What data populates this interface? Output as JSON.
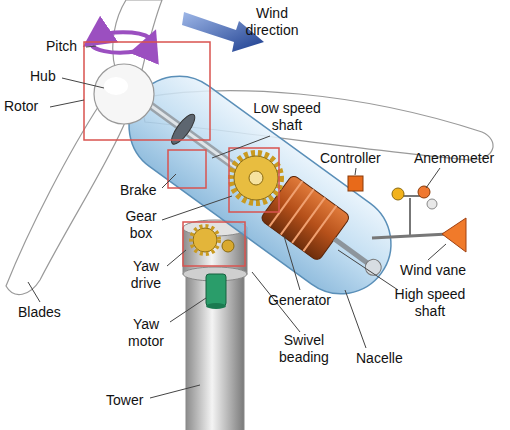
{
  "diagram": {
    "labels": [
      "Pitch",
      "Wind direction",
      "Hub",
      "Rotor",
      "Low speed shaft",
      "Brake",
      "Gear box",
      "Controller",
      "Anemometer",
      "Yaw drive",
      "Wind vane",
      "Generator",
      "High speed shaft",
      "Blades",
      "Yaw motor",
      "Swivel beading",
      "Nacelle",
      "Tower"
    ]
  }
}
